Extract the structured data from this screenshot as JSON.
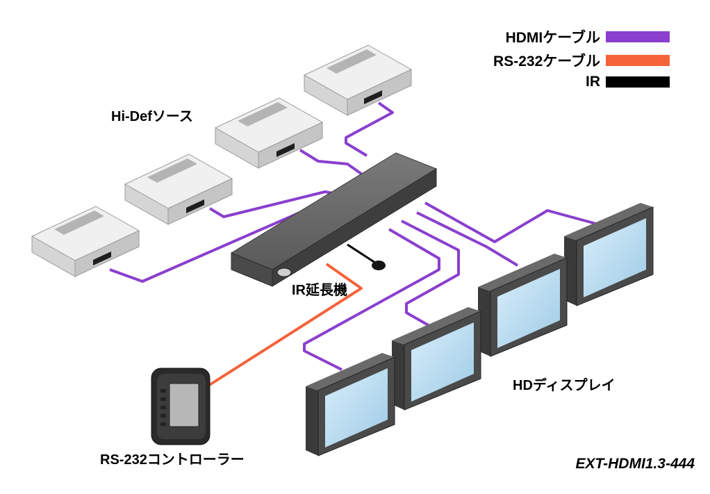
{
  "legend": {
    "items": [
      {
        "label": "HDMIケーブル",
        "color": "#8a3fce"
      },
      {
        "label": "RS-232ケーブル",
        "color": "#f4623a"
      },
      {
        "label": "IR",
        "color": "#000000"
      }
    ]
  },
  "labels": {
    "sources": "Hi-Defソース",
    "extender": "IR延長機",
    "displays": "HDディスプレイ",
    "controller": "RS-232コントローラー",
    "model": "EXT-HDMI1.3-444"
  },
  "colors": {
    "hdmi": "#8a3fce",
    "rs232": "#f4623a",
    "ir": "#000000",
    "device_body": "#e2e2e2",
    "switch_body": "#5a5a5a",
    "screen": "#b9def2"
  }
}
